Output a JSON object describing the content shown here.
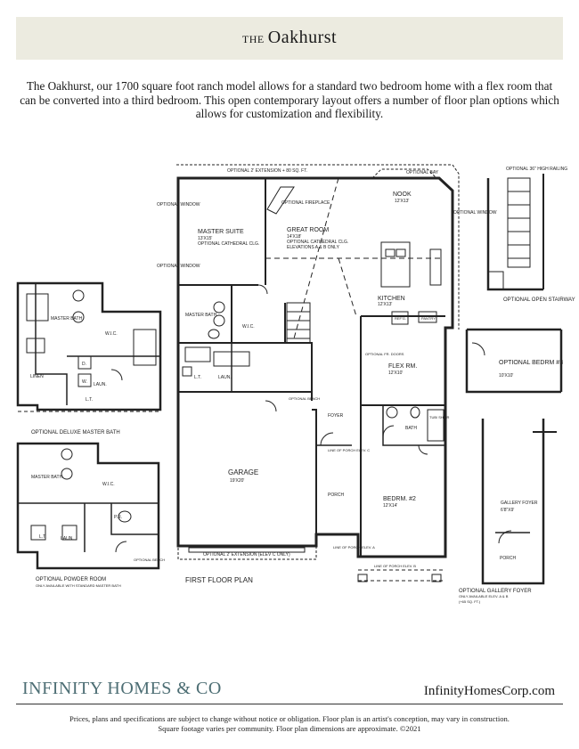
{
  "header": {
    "title_prefix": "THE",
    "title_main": "Oakhurst"
  },
  "intro": "The Oakhurst, our 1700 square foot ranch model allows for a standard two bedroom home with a flex room that can be converted into a third bedroom. This open contemporary layout offers a number of floor plan options which allows for customization and flexibility.",
  "plan_labels": {
    "extension_top": "OPTIONAL 2' EXTENSION + 80 SQ. FT.",
    "bay": "OPTIONAL BAY",
    "fireplace": "OPTIONAL FIREPLACE",
    "window_left1": "OPTIONAL WINDOW",
    "window_left2": "OPTIONAL WINDOW",
    "window_right": "OPTIONAL WINDOW",
    "nook": "NOOK",
    "nook_dim": "12'X13'",
    "master_suite": "MASTER SUITE",
    "master_dim": "13'X15'",
    "master_note": "OPTIONAL CATHEDRAL CLG.",
    "great_room": "GREAT ROOM",
    "great_dim": "14'X18'",
    "great_note1": "OPTIONAL CATHEDRAL CLG.",
    "great_note2": "ELEVATIONS A & B ONLY",
    "kitchen": "KITCHEN",
    "kitchen_dim": "12'X13'",
    "ref": "REF'G.",
    "pantry": "PANTRY",
    "master_bath": "MASTER BATH",
    "wic": "W.I.C.",
    "flex": "FLEX RM.",
    "flex_dim": "12'X10'",
    "flex_note": "OPTIONAL FR. DOORS",
    "bath": "BATH",
    "tub": "TUB/ SHWR",
    "laun": "LAUN.",
    "lt": "L.T.",
    "opt_bench": "OPTIONAL BENCH",
    "foyer": "FOYER",
    "garage": "GARAGE",
    "garage_dim": "19'X20'",
    "porch": "PORCH",
    "porch_line_c": "LINE OF PORCH ELEV. C",
    "porch_line_a": "LINE OF PORCH ELEV. A",
    "porch_line_b": "LINE OF PORCH ELEV. B",
    "bedrm2": "BEDRM. #2",
    "bedrm2_dim": "12'X14'",
    "extension_bottom": "OPTIONAL 2' EXTENSION (ELEV C ONLY)",
    "first_floor": "FIRST FLOOR PLAN",
    "stair_railing": "OPTIONAL 36\" HIGH RAILING",
    "open_stairway": "OPTIONAL OPEN STAIRWAY",
    "opt_bedrm3": "OPTIONAL BEDRM #3",
    "bedrm3_dim": "10'X10'",
    "deluxe_bath": "OPTIONAL DELUXE MASTER BATH",
    "powder_room": "OPTIONAL POWDER ROOM",
    "powder_note": "ONLY AVAILABLE WITH STANDARD MASTER BATH",
    "pr": "P.R.",
    "linen": "LINEN",
    "gallery_foyer": "GALLERY FOYER",
    "gallery_dim": "6'8\"X9'",
    "gallery_title": "OPTIONAL GALLERY FOYER",
    "gallery_note": "ONLY AVAILABLE ELEV. A & B",
    "gallery_sqft": "(+65 SQ. FT.)",
    "d": "D.",
    "w": "W."
  },
  "footer": {
    "brand_prefix": "INFINITY HOMES & CO",
    "url": "InfinityHomesCorp.com",
    "disclaimer_line1": "Prices, plans and specifications are subject to change without notice or obligation. Floor plan is an artist's conception, may vary in construction.",
    "disclaimer_line2": "Square footage varies per community. Floor plan dimensions are approximate. ©2021"
  },
  "colors": {
    "banner_bg": "#ecebe0",
    "brand": "#4d6e74"
  }
}
